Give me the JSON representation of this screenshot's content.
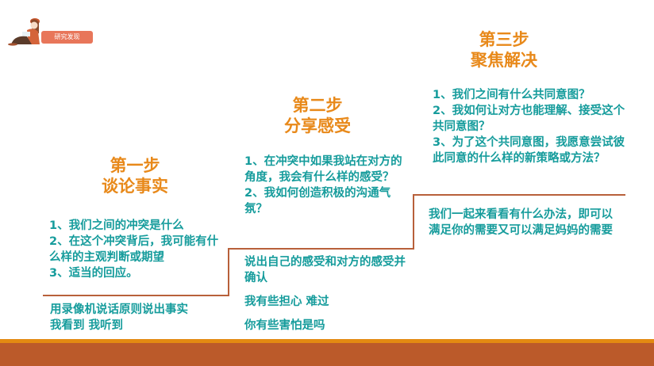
{
  "logo": {
    "tag_label": "研究发现",
    "icon": "girl-reading-icon"
  },
  "steps": [
    {
      "title_line1": "第一步",
      "title_line2": "谈论事实",
      "questions": [
        "1、我们之间的冲突是什么",
        "2、在这个冲突背后，我可能有什么样的主观判断或期望",
        "3、适当的回应。"
      ],
      "examples": [
        "用录像机说话原则说出事实",
        "我看到 我听到"
      ]
    },
    {
      "title_line1": "第二步",
      "title_line2": "分享感受",
      "questions": [
        "1、在冲突中如果我站在对方的角度，我会有什么样的感受？",
        "2、我如何创造积极的沟通气氛？"
      ],
      "examples": [
        "说出自己的感受和对方的感受并确认",
        "我有些担心 难过",
        "你有些害怕是吗"
      ]
    },
    {
      "title_line1": "第三步",
      "title_line2": "聚焦解决",
      "questions": [
        "1、我们之间有什么共同意图？",
        "2、我如何让对方也能理解、接受这个共同意图？",
        "3、为了这个共同意图，我愿意尝试彼此同意的什么样的新策略或方法？"
      ],
      "examples": [
        "我们一起来看看有什么办法，即可以满足你的需要又可以满足妈妈的需要"
      ]
    }
  ],
  "colors": {
    "title": "#e8891a",
    "text": "#169c9c",
    "line": "#b8603a",
    "band": "#bb5a2a",
    "band_stripe": "#e38a12"
  }
}
